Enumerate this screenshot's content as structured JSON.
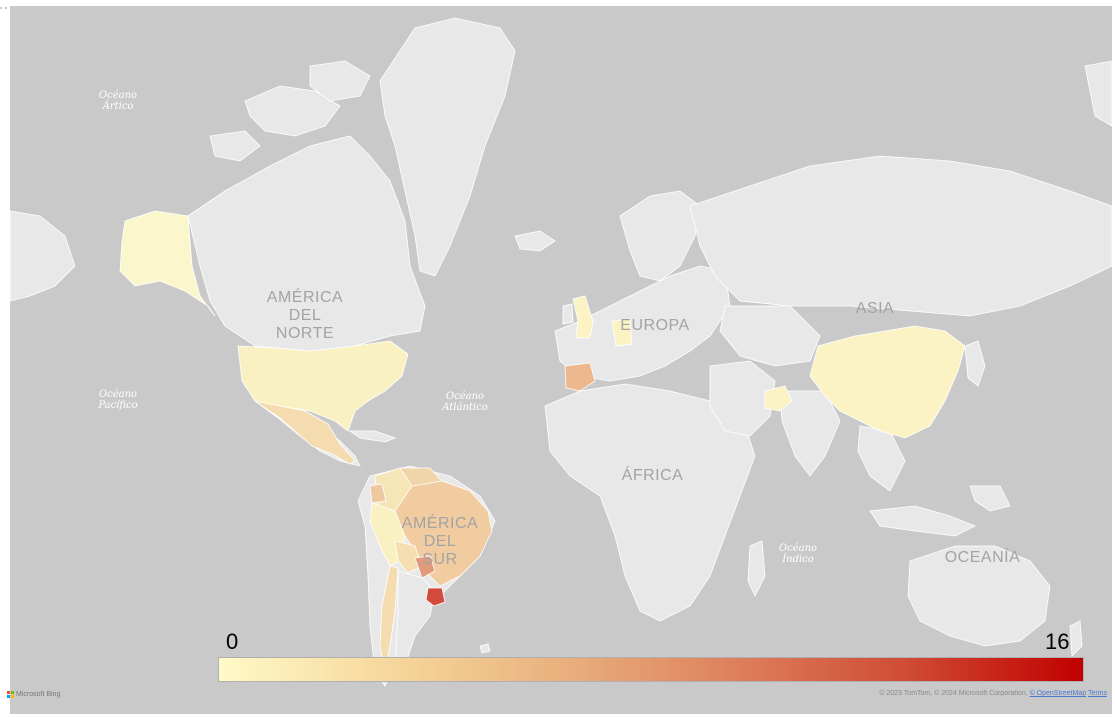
{
  "map": {
    "ocean_labels": {
      "arctic": "Océano\nÁrtico",
      "pacific": "Océano\nPacífico",
      "atlantic": "Océano\nAtlántico",
      "indian": "Océano\nÍndico"
    },
    "continent_labels": {
      "north_america": "AMÉRICA\nDEL\nNORTE",
      "south_america": "AMÉRICA\nDEL\nSUR",
      "europe": "EUROPA",
      "asia": "ASIA",
      "africa": "ÁFRICA",
      "oceania": "OCEANÍA"
    }
  },
  "legend": {
    "min_label": "0",
    "max_label": "16",
    "min_color": "#fffac8",
    "max_color": "#c00000"
  },
  "colors": {
    "ocean": "#c9c9c9",
    "land": "#e8e8e8"
  },
  "footer": {
    "brand": "Microsoft Bing",
    "attribution": "© 2023 TomTom, © 2024 Microsoft Corporation,",
    "osm_link": "© OpenStreetMap",
    "terms_link": "Terms"
  }
}
